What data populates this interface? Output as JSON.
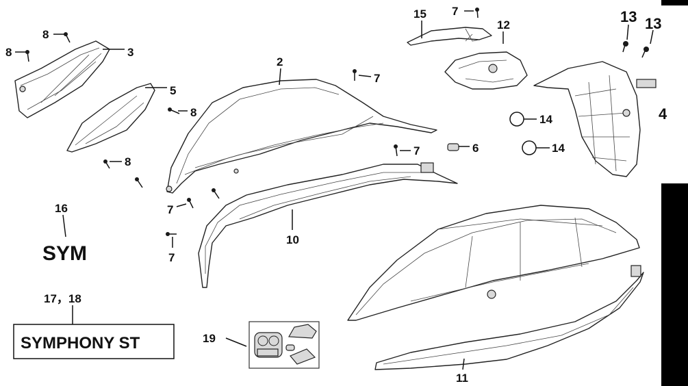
{
  "diagram": {
    "callouts": [
      {
        "id": "c8a",
        "text": "8"
      },
      {
        "id": "c8b",
        "text": "8"
      },
      {
        "id": "c3",
        "text": "3"
      },
      {
        "id": "c5",
        "text": "5"
      },
      {
        "id": "c8c",
        "text": "8"
      },
      {
        "id": "c8d",
        "text": "8"
      },
      {
        "id": "c2",
        "text": "2"
      },
      {
        "id": "c7a",
        "text": "7"
      },
      {
        "id": "c7b",
        "text": "7"
      },
      {
        "id": "c7c",
        "text": "7"
      },
      {
        "id": "c7d",
        "text": "7"
      },
      {
        "id": "c7e",
        "text": "7"
      },
      {
        "id": "c10",
        "text": "10"
      },
      {
        "id": "c6",
        "text": "6"
      },
      {
        "id": "c15",
        "text": "15"
      },
      {
        "id": "c12",
        "text": "12"
      },
      {
        "id": "c13a",
        "text": "13"
      },
      {
        "id": "c13b",
        "text": "13"
      },
      {
        "id": "c14a",
        "text": "14"
      },
      {
        "id": "c14b",
        "text": "14"
      },
      {
        "id": "c4",
        "text": "4"
      },
      {
        "id": "c16",
        "text": "16"
      },
      {
        "id": "c1718",
        "text": "17，18"
      },
      {
        "id": "c19",
        "text": "19"
      },
      {
        "id": "c11",
        "text": "11"
      }
    ],
    "brand_text": "SYM",
    "model_badge_text": "SYMPHONY ST"
  }
}
